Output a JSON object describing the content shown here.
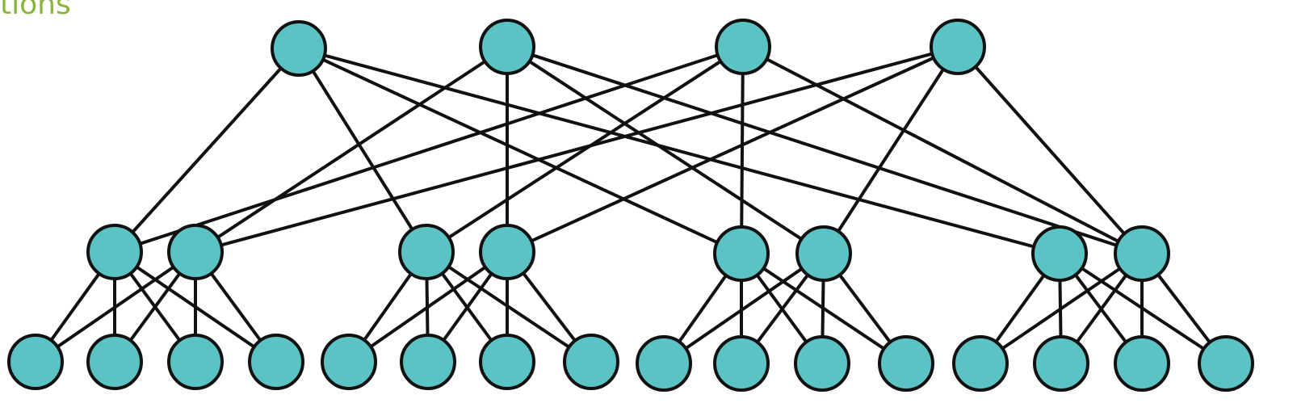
{
  "header": {
    "title": "tions"
  },
  "diagram": {
    "type": "network-topology",
    "node_fill": "#5bc3c4",
    "edge_color": "#111111",
    "title_color": "#8ab43c",
    "nodes": [
      {
        "id": "core-1",
        "tier": "core"
      },
      {
        "id": "core-2",
        "tier": "core"
      },
      {
        "id": "core-3",
        "tier": "core"
      },
      {
        "id": "core-4",
        "tier": "core"
      },
      {
        "id": "agg-1",
        "tier": "aggregation",
        "pod": 1
      },
      {
        "id": "agg-2",
        "tier": "aggregation",
        "pod": 1
      },
      {
        "id": "agg-3",
        "tier": "aggregation",
        "pod": 2
      },
      {
        "id": "agg-4",
        "tier": "aggregation",
        "pod": 2
      },
      {
        "id": "agg-5",
        "tier": "aggregation",
        "pod": 3
      },
      {
        "id": "agg-6",
        "tier": "aggregation",
        "pod": 3
      },
      {
        "id": "agg-7",
        "tier": "aggregation",
        "pod": 4
      },
      {
        "id": "agg-8",
        "tier": "aggregation",
        "pod": 4
      },
      {
        "id": "edge-1",
        "tier": "edge",
        "pod": 1
      },
      {
        "id": "edge-2",
        "tier": "edge",
        "pod": 1
      },
      {
        "id": "edge-3",
        "tier": "edge",
        "pod": 1
      },
      {
        "id": "edge-4",
        "tier": "edge",
        "pod": 1
      },
      {
        "id": "edge-5",
        "tier": "edge",
        "pod": 2
      },
      {
        "id": "edge-6",
        "tier": "edge",
        "pod": 2
      },
      {
        "id": "edge-7",
        "tier": "edge",
        "pod": 2
      },
      {
        "id": "edge-8",
        "tier": "edge",
        "pod": 2
      },
      {
        "id": "edge-9",
        "tier": "edge",
        "pod": 3
      },
      {
        "id": "edge-10",
        "tier": "edge",
        "pod": 3
      },
      {
        "id": "edge-11",
        "tier": "edge",
        "pod": 3
      },
      {
        "id": "edge-12",
        "tier": "edge",
        "pod": 3
      },
      {
        "id": "edge-13",
        "tier": "edge",
        "pod": 4
      },
      {
        "id": "edge-14",
        "tier": "edge",
        "pod": 4
      },
      {
        "id": "edge-15",
        "tier": "edge",
        "pod": 4
      },
      {
        "id": "edge-16",
        "tier": "edge",
        "pod": 4
      }
    ],
    "links": [
      [
        "core-1",
        "agg-1"
      ],
      [
        "core-1",
        "agg-3"
      ],
      [
        "core-1",
        "agg-5"
      ],
      [
        "core-1",
        "agg-7"
      ],
      [
        "core-2",
        "agg-2"
      ],
      [
        "core-2",
        "agg-4"
      ],
      [
        "core-2",
        "agg-6"
      ],
      [
        "core-2",
        "agg-8"
      ],
      [
        "core-3",
        "agg-1"
      ],
      [
        "core-3",
        "agg-3"
      ],
      [
        "core-3",
        "agg-5"
      ],
      [
        "core-3",
        "agg-8"
      ],
      [
        "core-4",
        "agg-2"
      ],
      [
        "core-4",
        "agg-4"
      ],
      [
        "core-4",
        "agg-6"
      ],
      [
        "core-4",
        "agg-8"
      ],
      [
        "agg-1",
        "edge-1"
      ],
      [
        "agg-1",
        "edge-2"
      ],
      [
        "agg-1",
        "edge-3"
      ],
      [
        "agg-1",
        "edge-4"
      ],
      [
        "agg-2",
        "edge-1"
      ],
      [
        "agg-2",
        "edge-2"
      ],
      [
        "agg-2",
        "edge-3"
      ],
      [
        "agg-2",
        "edge-4"
      ],
      [
        "agg-3",
        "edge-5"
      ],
      [
        "agg-3",
        "edge-6"
      ],
      [
        "agg-3",
        "edge-7"
      ],
      [
        "agg-3",
        "edge-8"
      ],
      [
        "agg-4",
        "edge-5"
      ],
      [
        "agg-4",
        "edge-6"
      ],
      [
        "agg-4",
        "edge-7"
      ],
      [
        "agg-4",
        "edge-8"
      ],
      [
        "agg-5",
        "edge-9"
      ],
      [
        "agg-5",
        "edge-10"
      ],
      [
        "agg-5",
        "edge-11"
      ],
      [
        "agg-5",
        "edge-12"
      ],
      [
        "agg-6",
        "edge-9"
      ],
      [
        "agg-6",
        "edge-10"
      ],
      [
        "agg-6",
        "edge-11"
      ],
      [
        "agg-6",
        "edge-12"
      ],
      [
        "agg-7",
        "edge-13"
      ],
      [
        "agg-7",
        "edge-14"
      ],
      [
        "agg-7",
        "edge-15"
      ],
      [
        "agg-7",
        "edge-16"
      ],
      [
        "agg-8",
        "edge-13"
      ],
      [
        "agg-8",
        "edge-14"
      ],
      [
        "agg-8",
        "edge-15"
      ],
      [
        "agg-8",
        "edge-16"
      ]
    ]
  }
}
